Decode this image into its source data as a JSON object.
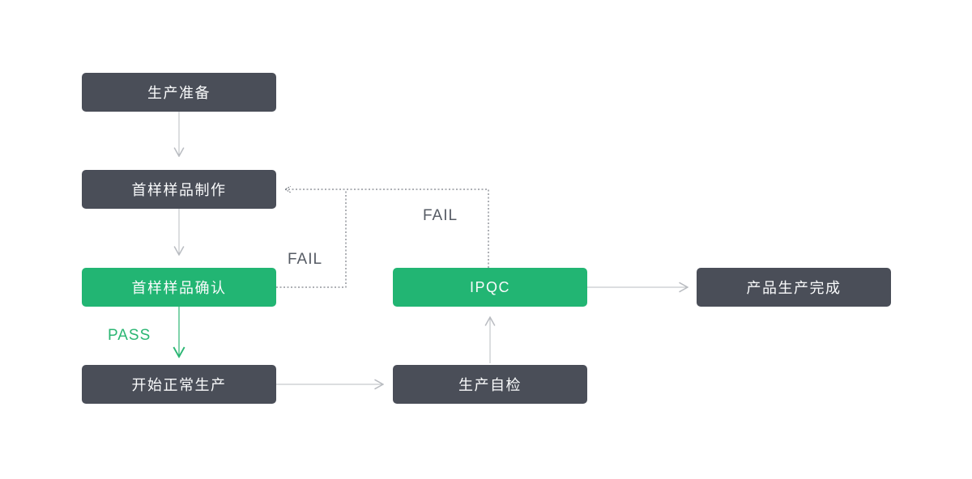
{
  "diagram": {
    "type": "flowchart",
    "background": "#ffffff",
    "colors": {
      "node_dark": "#4a4e58",
      "node_green": "#22b573",
      "node_text": "#fafbfc",
      "connector_gray": "#b9bcc1",
      "connector_green": "#2bb673",
      "dashed_connector": "#5c626b",
      "pass_label": "#2bb673",
      "fail_label": "#565b64"
    },
    "nodes": [
      {
        "id": "production-prep",
        "label": "生产准备",
        "style": "dark"
      },
      {
        "id": "first-sample-production",
        "label": "首样样品制作",
        "style": "dark"
      },
      {
        "id": "first-sample-confirmation",
        "label": "首样样品确认",
        "style": "green"
      },
      {
        "id": "start-normal-production",
        "label": "开始正常生产",
        "style": "dark"
      },
      {
        "id": "production-self-check",
        "label": "生产自检",
        "style": "dark"
      },
      {
        "id": "ipqc",
        "label": "IPQC",
        "style": "green"
      },
      {
        "id": "product-production-complete",
        "label": "产品生产完成",
        "style": "dark"
      }
    ],
    "edges": [
      {
        "from": "production-prep",
        "to": "first-sample-production",
        "style": "solid-gray"
      },
      {
        "from": "first-sample-production",
        "to": "first-sample-confirmation",
        "style": "solid-gray"
      },
      {
        "from": "first-sample-confirmation",
        "to": "start-normal-production",
        "style": "solid-green",
        "label": "PASS"
      },
      {
        "from": "start-normal-production",
        "to": "production-self-check",
        "style": "solid-gray"
      },
      {
        "from": "production-self-check",
        "to": "ipqc",
        "style": "solid-gray"
      },
      {
        "from": "ipqc",
        "to": "product-production-complete",
        "style": "solid-gray"
      },
      {
        "from": "first-sample-confirmation",
        "to": "first-sample-production",
        "style": "dashed",
        "label": "FAIL"
      },
      {
        "from": "ipqc",
        "to": "first-sample-production",
        "style": "dashed",
        "label": "FAIL"
      }
    ],
    "labels": {
      "pass": "PASS",
      "fail_sample_confirmation": "FAIL",
      "fail_ipqc": "FAIL"
    }
  }
}
